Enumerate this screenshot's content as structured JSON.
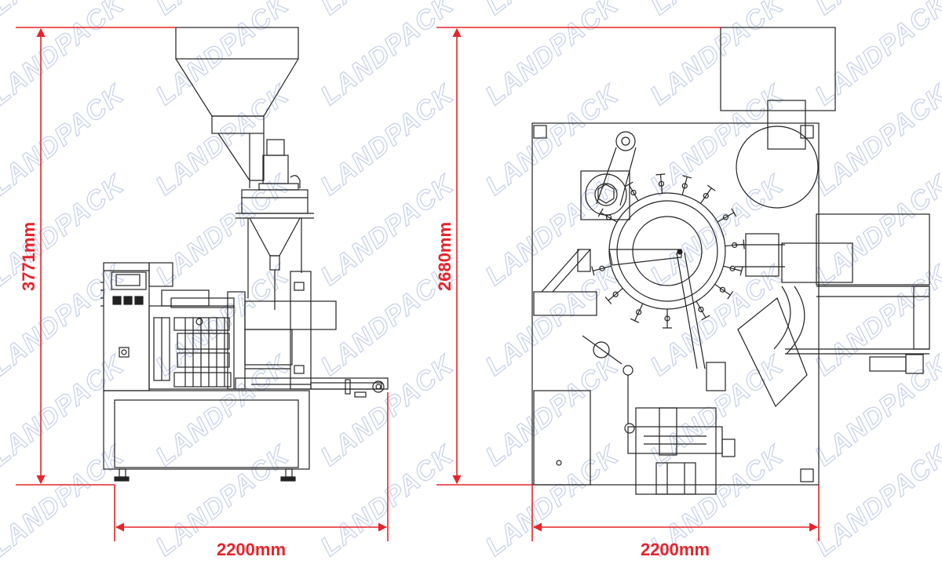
{
  "watermark_text": "LANDPACK",
  "dimensions": {
    "front_height": "3771mm",
    "front_width": "2200mm",
    "top_depth": "2680mm",
    "top_width": "2200mm"
  },
  "colors": {
    "dimension": "#e8232a",
    "line": "#222222",
    "watermark": "#c9d3ea"
  }
}
